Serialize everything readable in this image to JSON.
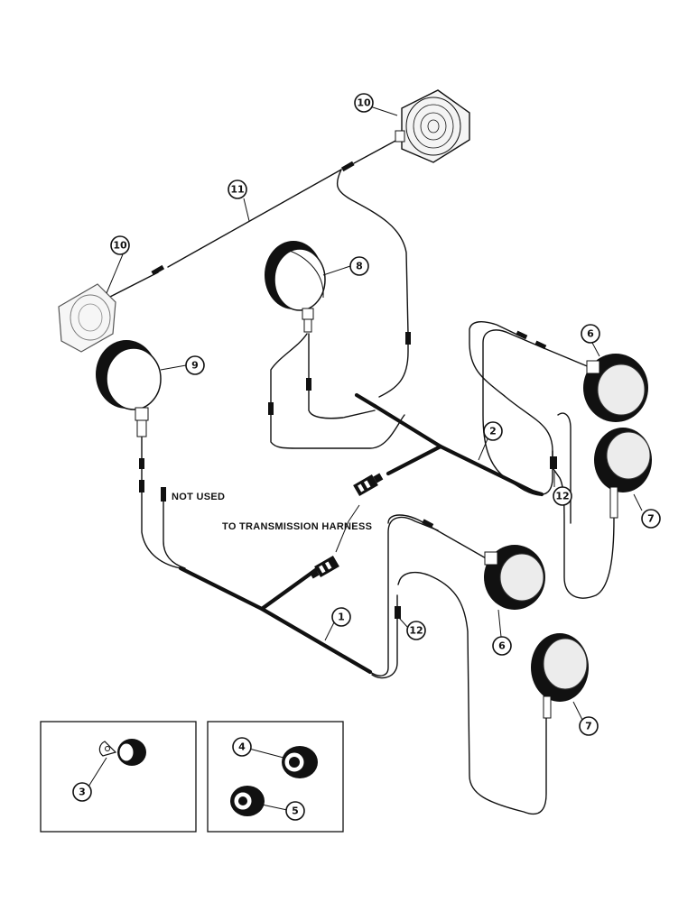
{
  "callouts": {
    "c1": "1",
    "c2": "2",
    "c3": "3",
    "c4": "4",
    "c5": "5",
    "c6a": "6",
    "c6b": "6",
    "c7a": "7",
    "c7b": "7",
    "c8": "8",
    "c9": "9",
    "c10a": "10",
    "c10b": "10",
    "c11": "11",
    "c12a": "12",
    "c12b": "12"
  },
  "labels": {
    "not_used": "NOT USED",
    "to_transmission_harness": "TO TRANSMISSION HARNESS"
  },
  "colors": {
    "ink": "#111111",
    "paper": "#ffffff"
  }
}
